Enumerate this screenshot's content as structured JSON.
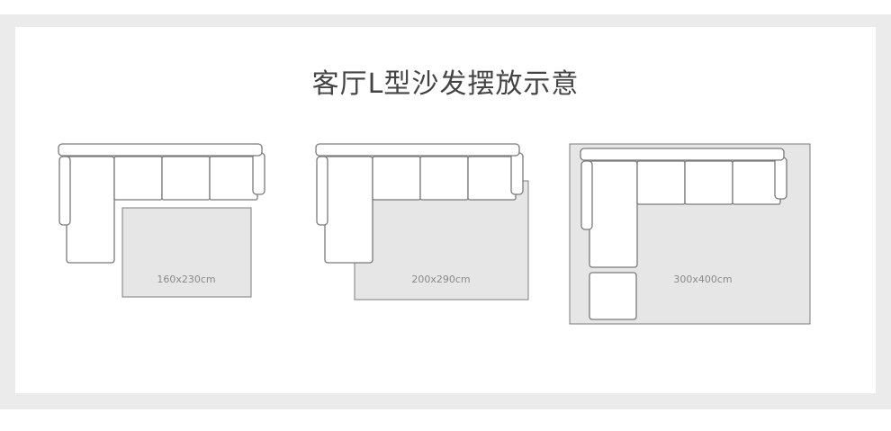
{
  "title": "客厅L型沙发摆放示意",
  "layouts": [
    {
      "rug_size": "160x230cm"
    },
    {
      "rug_size": "200x290cm"
    },
    {
      "rug_size": "300x400cm"
    }
  ],
  "colors": {
    "frame_bg": "#ebebeb",
    "panel_bg": "#ffffff",
    "rug_fill": "#e6e6e6",
    "line": "#7a7a7a",
    "title_text": "#444444",
    "label_text": "#8a8a8a"
  }
}
